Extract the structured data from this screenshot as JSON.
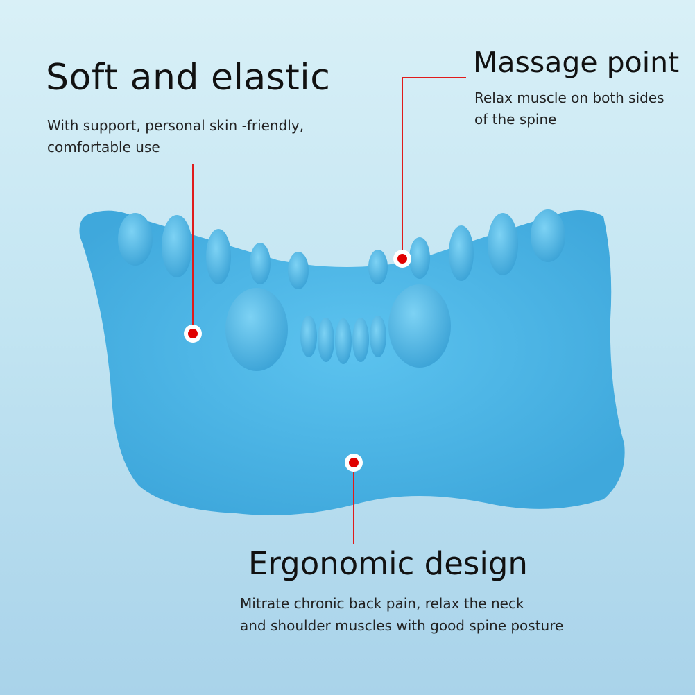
{
  "callouts": [
    {
      "title": "Soft and elastic",
      "lines": [
        "With support, personal skin -friendly,",
        "comfortable use"
      ]
    },
    {
      "title": "Massage point",
      "lines": [
        "Relax muscle on both sides",
        "of the spine"
      ]
    },
    {
      "title": "Ergonomic design",
      "lines": [
        "Mitrate chronic back pain, relax the neck",
        "and shoulder muscles with good spine posture"
      ]
    }
  ],
  "colors": {
    "pillow": "#4db6e6",
    "accent_line": "#e01b1b",
    "dot": "#e00000"
  }
}
